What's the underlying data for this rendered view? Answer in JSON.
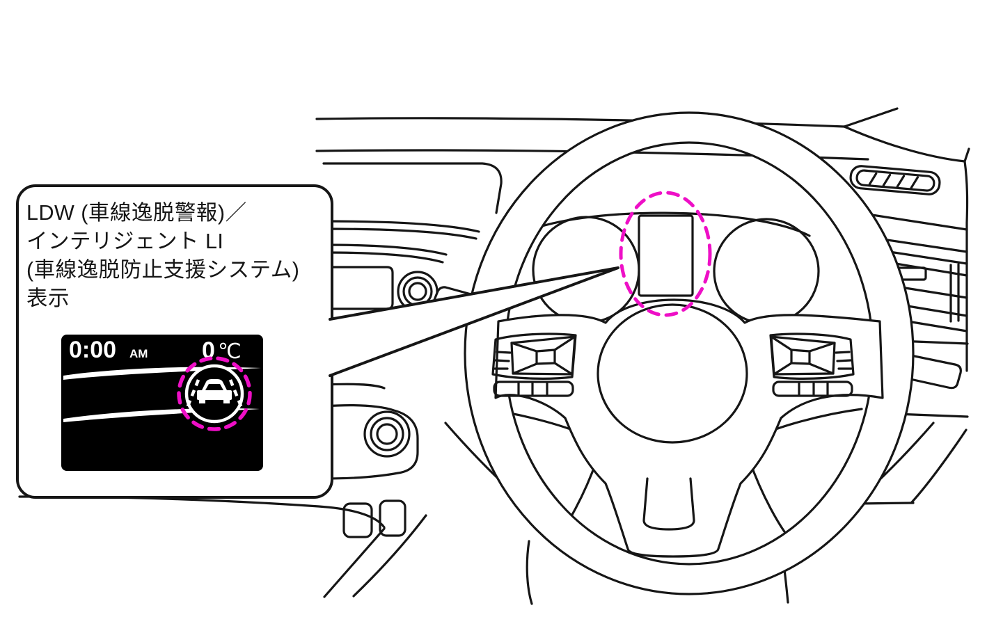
{
  "figure": {
    "kind": "vehicle owner's manual illustration",
    "subject": "steering wheel and instrument cluster with LDW display location highlighted"
  },
  "callout": {
    "lines": [
      "LDW (車線逸脱警報)／",
      "インテリジェント LI",
      "(車線逸脱防止支援システム)",
      "表示"
    ]
  },
  "display": {
    "time": "0:00",
    "period": "AM",
    "temperature": "0",
    "temperature_unit": "℃",
    "icon": "ldw-car-between-lane-lines"
  },
  "colors": {
    "highlight": "#EE0FC6",
    "line": "#161616",
    "display_bg": "#000000",
    "display_fg": "#FFFFFF",
    "background": "#FFFFFF"
  }
}
